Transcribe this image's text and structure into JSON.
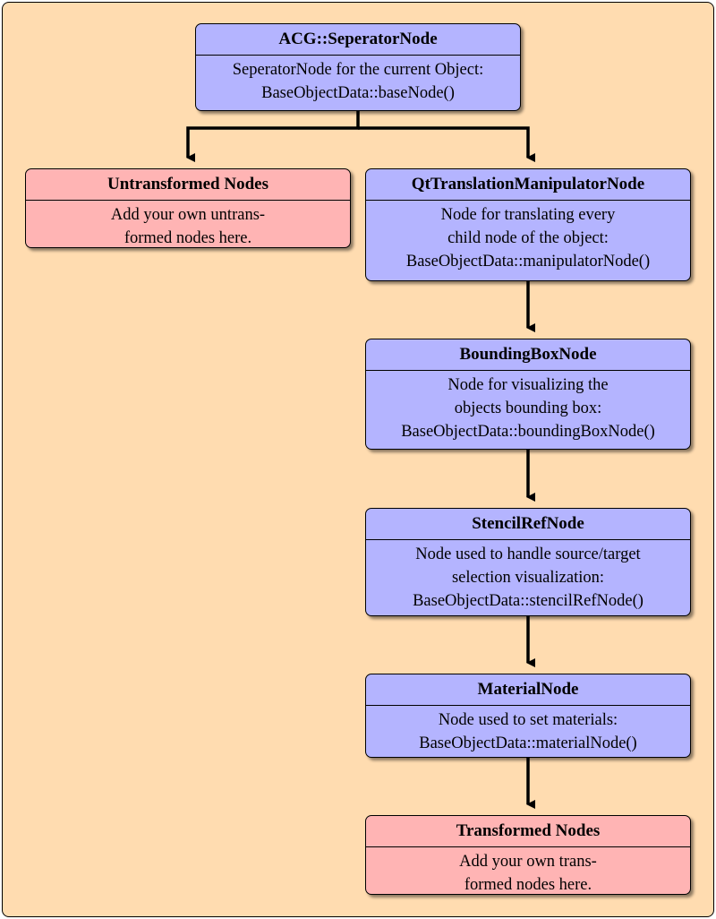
{
  "nodes": {
    "acg_seperator": {
      "title": "ACG::SeperatorNode",
      "lines": [
        "SeperatorNode for the current Object:",
        "BaseObjectData::baseNode()"
      ]
    },
    "untransformed": {
      "title": "Untransformed Nodes",
      "lines": [
        "Add your own untrans-",
        "formed nodes here."
      ]
    },
    "qt_translation": {
      "title": "QtTranslationManipulatorNode",
      "lines": [
        "Node for translating every",
        "child node of the object:",
        "BaseObjectData::manipulatorNode()"
      ]
    },
    "bounding_box": {
      "title": "BoundingBoxNode",
      "lines": [
        "Node for visualizing the",
        "objects bounding box:",
        "BaseObjectData::boundingBoxNode()"
      ]
    },
    "stencil_ref": {
      "title": "StencilRefNode",
      "lines": [
        "Node used to handle source/target",
        "selection visualization:",
        "BaseObjectData::stencilRefNode()"
      ]
    },
    "material": {
      "title": "MaterialNode",
      "lines": [
        "Node used to set materials:",
        "BaseObjectData::materialNode()"
      ]
    },
    "transformed": {
      "title": "Transformed Nodes",
      "lines": [
        "Add your own trans-",
        "formed nodes here."
      ]
    }
  },
  "colors": {
    "background": "#ffdcb0",
    "scene_node": "#b4b4ff",
    "user_node": "#ffb4b4"
  }
}
